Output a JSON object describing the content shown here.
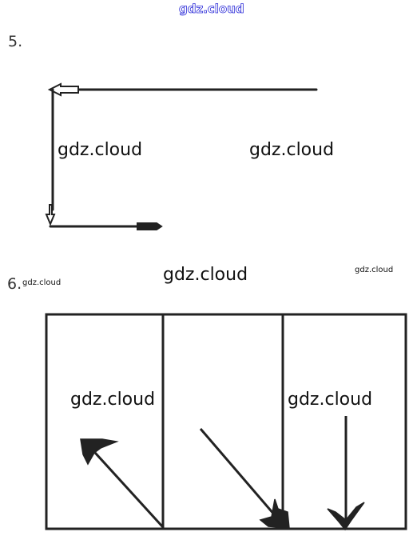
{
  "watermark": {
    "text": "gdz.cloud",
    "accent_color": "#2b2bd8"
  },
  "problems": [
    {
      "number": "5."
    },
    {
      "number": "6."
    }
  ],
  "colors": {
    "line": "#222222",
    "background": "#ffffff"
  }
}
